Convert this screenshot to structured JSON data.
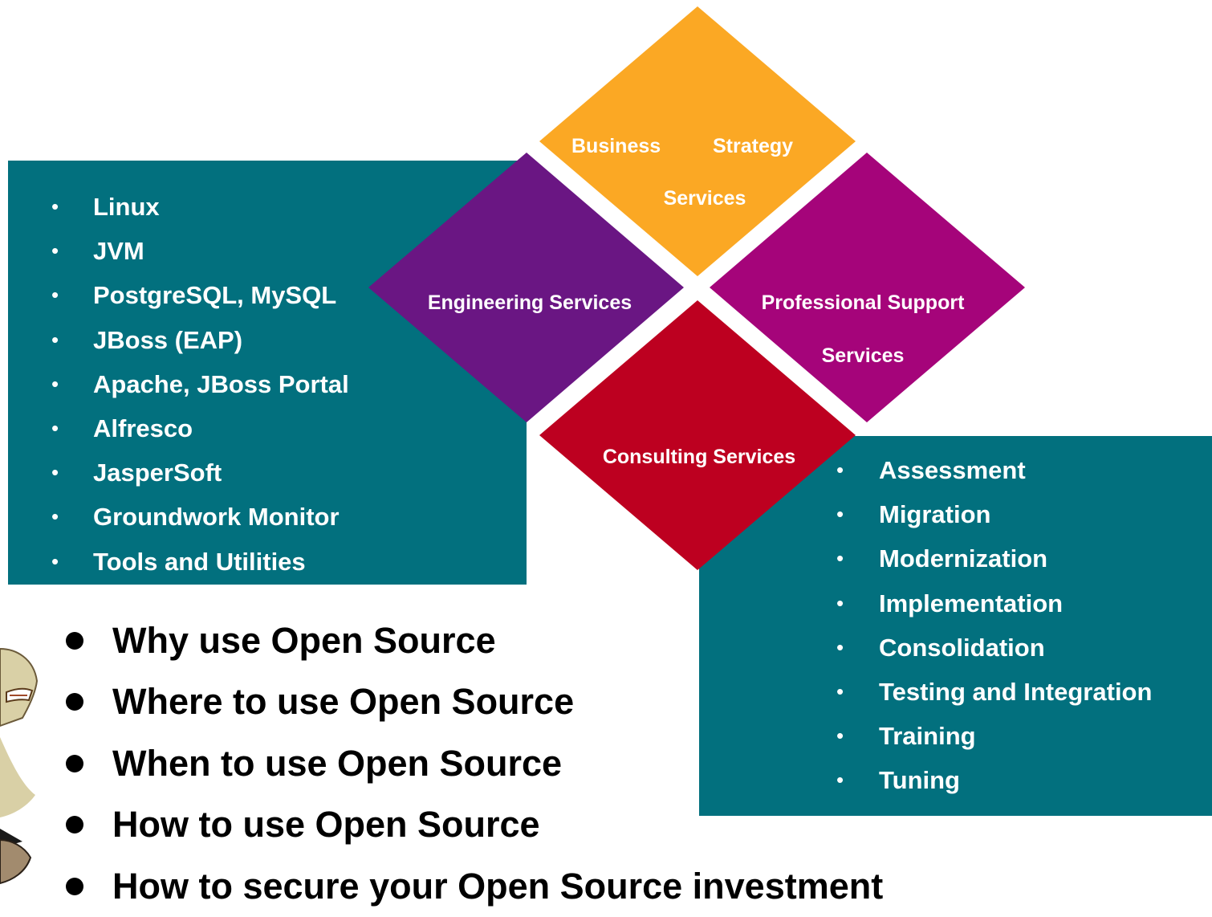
{
  "left_panel": {
    "items": [
      "Linux",
      "JVM",
      "PostgreSQL, MySQL",
      "JBoss (EAP)",
      "Apache, JBoss Portal",
      "Alfresco",
      "JasperSoft",
      "Groundwork Monitor",
      "Tools and Utilities"
    ]
  },
  "right_panel": {
    "items": [
      "Assessment",
      "Migration",
      "Modernization",
      "Implementation",
      "Consolidation",
      "Testing and Integration",
      "Training",
      "Tuning"
    ]
  },
  "diamonds": {
    "business": {
      "line1a": "Business",
      "line1b": "Strategy",
      "line2": "Services"
    },
    "engineering": {
      "label": "Engineering Services"
    },
    "professional": {
      "line1": "Professional Support",
      "line2": "Services"
    },
    "consulting": {
      "label": "Consulting Services"
    }
  },
  "questions": [
    "Why use Open Source",
    "Where to use Open Source",
    "When to use Open Source",
    "How to use Open Source",
    "How to secure your Open Source investment"
  ],
  "bullet_glyph": "•",
  "colors": {
    "panel": "#02707e",
    "business": "#fba824",
    "engineering": "#6a1683",
    "professional": "#a5047a",
    "consulting": "#bd0020"
  }
}
